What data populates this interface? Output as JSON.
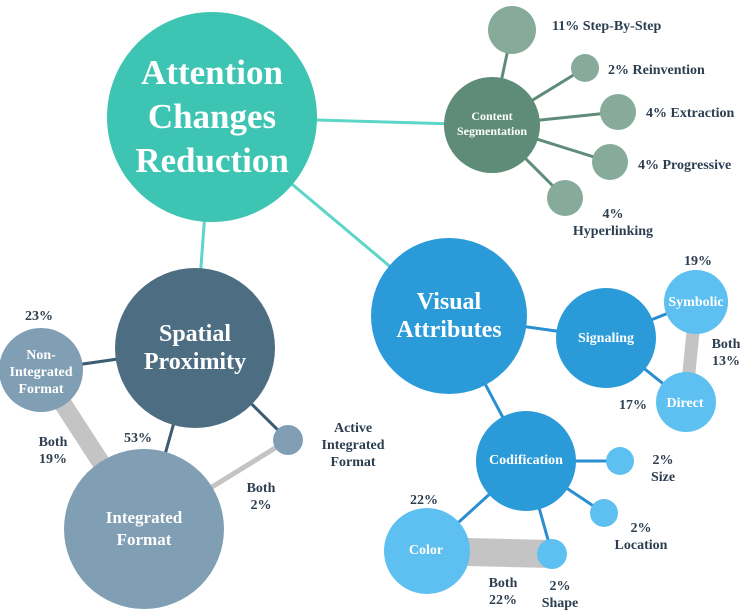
{
  "colors": {
    "teal": "#3ec4b3",
    "teal_dark": "#5e8c78",
    "teal_light": "#86ab9a",
    "edge_teal": "#5dd5c8",
    "slate": "#4d6e82",
    "slate_light": "#809fb4",
    "blue": "#2a9bd8",
    "blue_mid": "#36a7e3",
    "blue_light": "#5ec0f0",
    "edge_dark": "#3a5d73",
    "edge_blue": "#2a8fd0",
    "edge_gray": "#c4c4c4",
    "label": "#2c3e50"
  },
  "nodes": {
    "attention": {
      "text": "Attention\nChanges\nReduction"
    },
    "content": {
      "text": "Content\nSegmentation"
    },
    "spatial": {
      "text": "Spatial\nProximity"
    },
    "visual": {
      "text": "Visual\nAttributes"
    },
    "non_integrated": {
      "text": "Non-\nIntegrated\nFormat"
    },
    "integrated": {
      "text": "Integrated\nFormat"
    },
    "signaling": {
      "text": "Signaling"
    },
    "symbolic": {
      "text": "Symbolic"
    },
    "direct": {
      "text": "Direct"
    },
    "codification": {
      "text": "Codification"
    },
    "color": {
      "text": "Color"
    }
  },
  "labels": {
    "step_by_step": "11% Step-By-Step",
    "reinvention": "2% Reinvention",
    "extraction": "4% Extraction",
    "progressive": "4% Progressive",
    "hyperlinking": "4%\nHyperlinking",
    "non_integrated_pct": "23%",
    "integrated_pct": "53%",
    "active_integrated": "Active\nIntegrated\nFormat",
    "both_19": "Both\n19%",
    "both_2": "Both\n2%",
    "symbolic_pct": "19%",
    "both_13": "Both\n13%",
    "direct_pct": "17%",
    "size": "2%\nSize",
    "location": "2%\nLocation",
    "color_pct": "22%",
    "both_22": "Both\n22%",
    "shape": "2%\nShape"
  }
}
